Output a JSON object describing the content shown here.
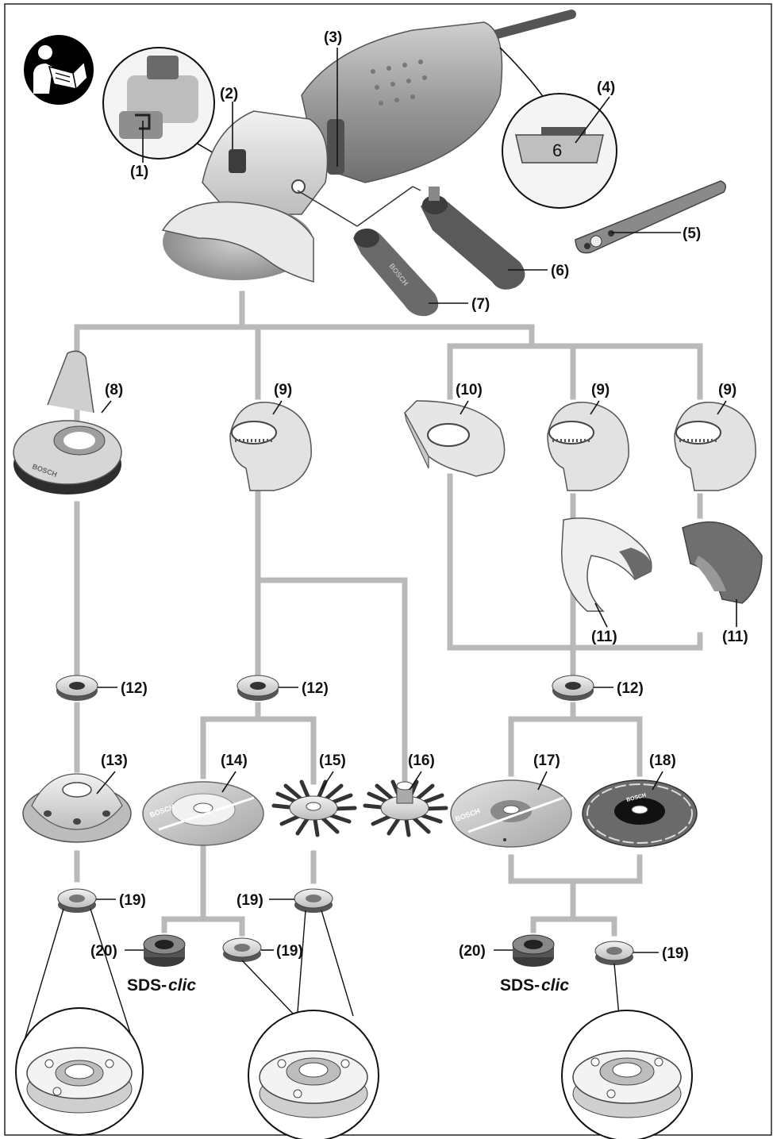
{
  "callouts": {
    "c1": "(1)",
    "c2": "(2)",
    "c3": "(3)",
    "c4": "(4)",
    "c5": "(5)",
    "c6": "(6)",
    "c7": "(7)",
    "c8": "(8)",
    "c9a": "(9)",
    "c9b": "(9)",
    "c9c": "(9)",
    "c10": "(10)",
    "c11a": "(11)",
    "c11b": "(11)",
    "c12a": "(12)",
    "c12b": "(12)",
    "c12c": "(12)",
    "c13": "(13)",
    "c14": "(14)",
    "c15": "(15)",
    "c16": "(16)",
    "c17": "(17)",
    "c18": "(18)",
    "c19a": "(19)",
    "c19b": "(19)",
    "c19c": "(19)",
    "c19d": "(19)",
    "c20a": "(20)",
    "c20b": "(20)"
  },
  "sds": {
    "prefix": "SDS-",
    "suffix": "clic"
  },
  "disc_branding": {
    "b14": "BOSCH",
    "b17": "BOSCH",
    "b18": "BOSCH",
    "b8": "BOSCH",
    "handle": "BOSCH"
  },
  "speed_dial_value": "6",
  "colors": {
    "connector": "#b9b9b9",
    "metal": "#d9d9d9",
    "dark": "#555555",
    "black": "#1a1a1a"
  },
  "icons": [
    "read-manual-icon",
    "angle-grinder",
    "wrench-icon",
    "auxiliary-handle"
  ]
}
